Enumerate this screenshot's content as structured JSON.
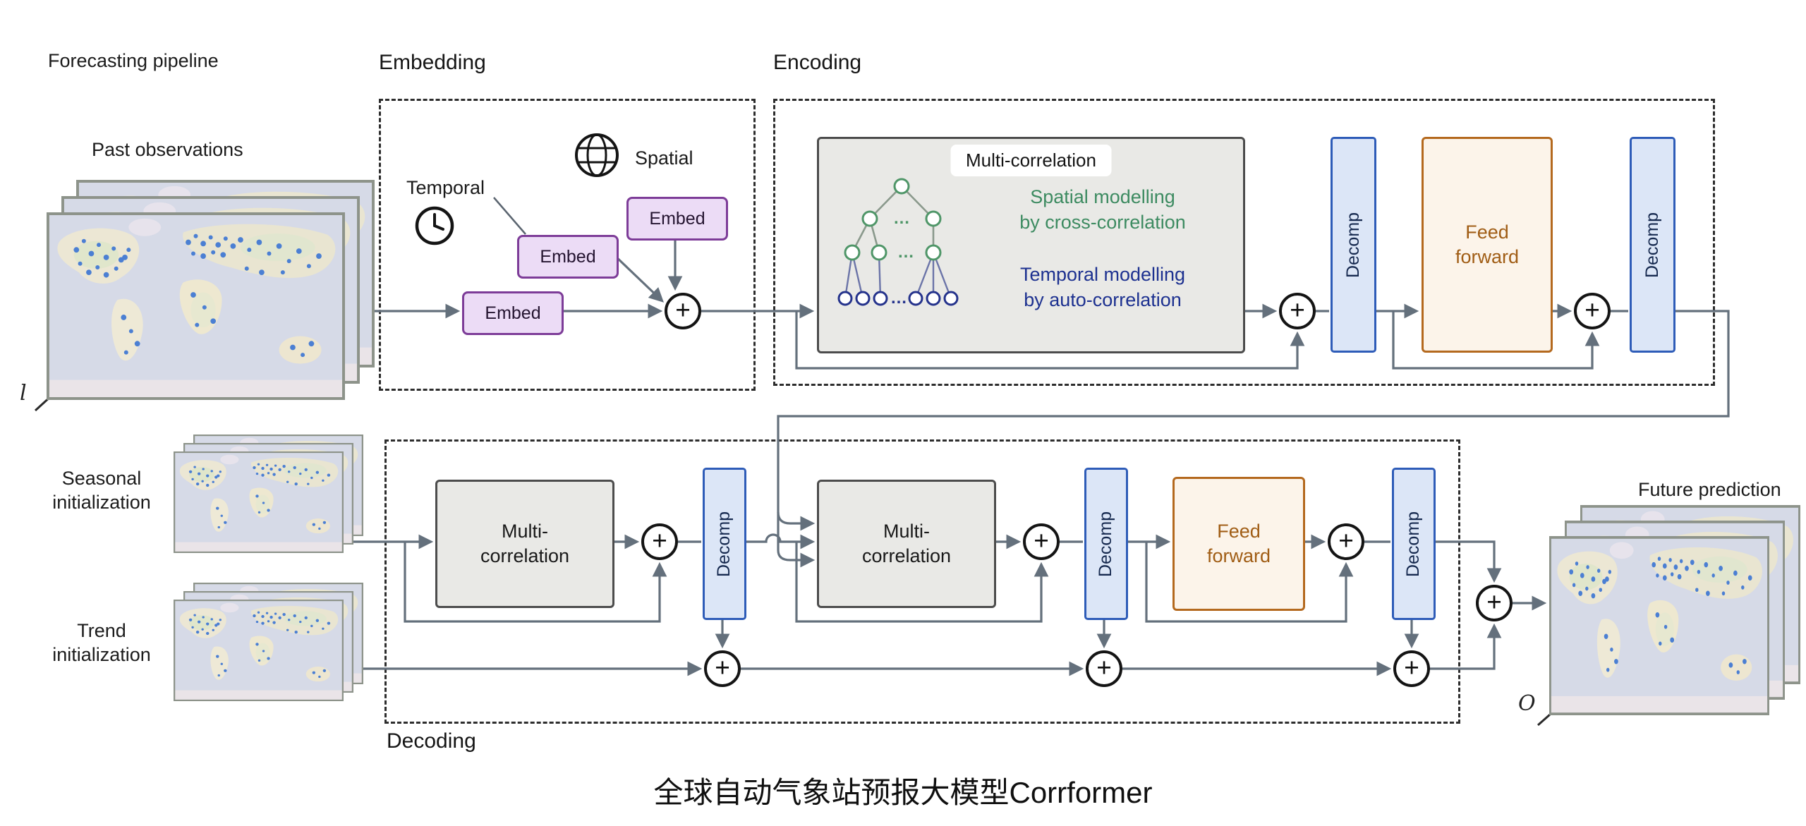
{
  "symbols": {
    "plus": "+"
  },
  "colors": {
    "accent_purple": "#7d3c98",
    "accent_blue": "#2e5cb8",
    "accent_orange": "#b4691e",
    "green_text": "#3d8b61",
    "navy_text": "#1d3190",
    "line_gray": "#64707c",
    "box_gray": "#e9e9e6"
  },
  "labels": {
    "pipeline": "Forecasting pipeline",
    "past_observations": "Past observations",
    "past_length": "l",
    "embedding": "Embedding",
    "encoding": "Encoding",
    "decoding": "Decoding",
    "seasonal_init": "Seasonal initialization",
    "trend_init": "Trend initialization",
    "future_prediction": "Future prediction",
    "future_length": "O",
    "caption": "全球自动气象站预报大模型Corrformer"
  },
  "embedding": {
    "temporal": "Temporal",
    "spatial": "Spatial",
    "embed_spatial": "Embed",
    "embed_temporal": "Embed",
    "embed_main": "Embed"
  },
  "encoder": {
    "multi_correlation": "Multi-correlation",
    "spatial_modelling_line1": "Spatial modelling",
    "spatial_modelling_line2": "by cross-correlation",
    "temporal_modelling_line1": "Temporal modelling",
    "temporal_modelling_line2": "by auto-correlation",
    "decomp_1": "Decomp",
    "feed_forward": "Feed forward",
    "decomp_2": "Decomp"
  },
  "decoder": {
    "multi_correlation_1": "Multi-correlation",
    "decomp_1": "Decomp",
    "multi_correlation_2": "Multi-correlation",
    "decomp_2": "Decomp",
    "feed_forward": "Feed forward",
    "decomp_3": "Decomp"
  }
}
